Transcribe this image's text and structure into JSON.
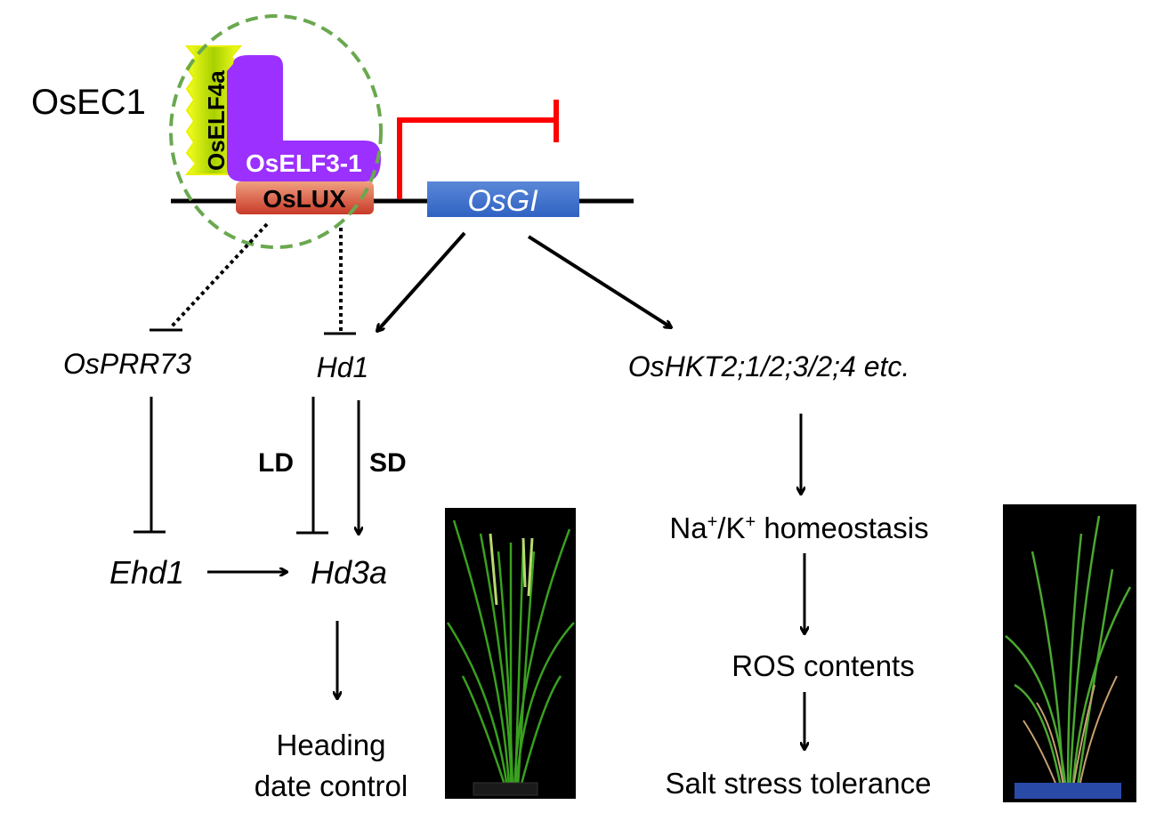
{
  "complex": {
    "label": "OsEC1",
    "proteins": {
      "elf4": "OsELF4a",
      "elf3": "OsELF3-1",
      "lux": "OsLUX"
    }
  },
  "promoter_gene": "OsGI",
  "genes": {
    "prr73": "OsPRR73",
    "hd1": "Hd1",
    "ehd1": "Ehd1",
    "hd3a": "Hd3a",
    "hkt": "OsHKT2;1/2;3/2;4 etc."
  },
  "conditions": {
    "long_day": "LD",
    "short_day": "SD"
  },
  "outcomes": {
    "heading_line1": "Heading",
    "heading_line2": "date control",
    "homeostasis_prefix_na": "Na",
    "homeostasis_sup1": "+",
    "homeostasis_k": "/K",
    "homeostasis_sup2": "+",
    "homeostasis_suffix": " homeostasis",
    "ros": "ROS contents",
    "salt": "Salt stress tolerance"
  },
  "photos": {
    "left": "rice plant at heading stage",
    "right": "rice plant under salt stress"
  },
  "colors": {
    "elf4": "#e8f000",
    "elf3": "#9b30ff",
    "lux": "#d9573a",
    "gene_box": "#3a6cc8",
    "repression": "#ff0000",
    "circle": "#6aa84f"
  }
}
